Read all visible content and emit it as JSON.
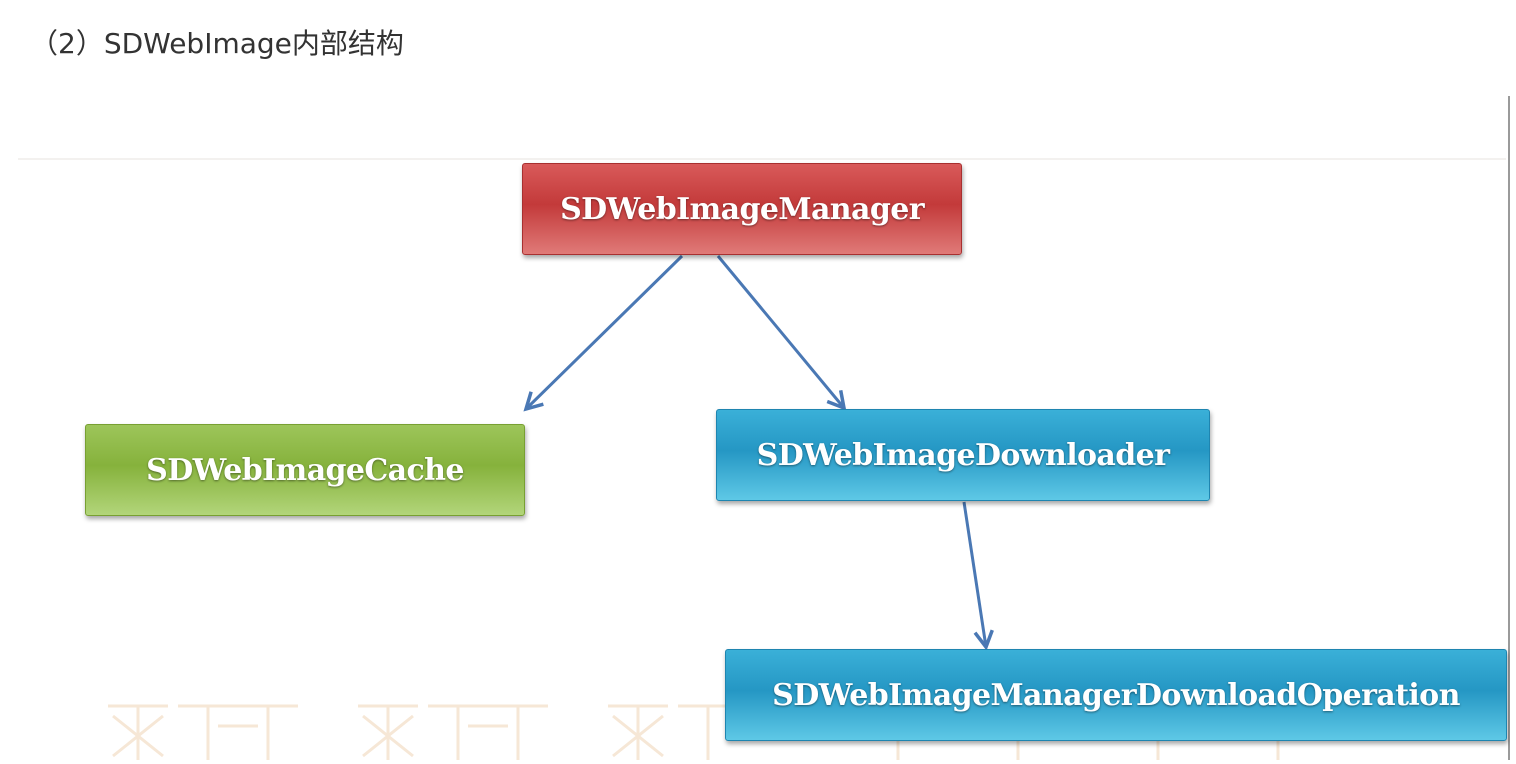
{
  "heading": "（2）SDWebImage内部结构",
  "diagram": {
    "nodes": {
      "manager": "SDWebImageManager",
      "cache": "SDWebImageCache",
      "downloader": "SDWebImageDownloader",
      "operation": "SDWebImageManagerDownloadOperation"
    },
    "edges": [
      {
        "from": "SDWebImageManager",
        "to": "SDWebImageCache"
      },
      {
        "from": "SDWebImageManager",
        "to": "SDWebImageDownloader"
      },
      {
        "from": "SDWebImageDownloader",
        "to": "SDWebImageManagerDownloadOperation"
      }
    ],
    "colors": {
      "manager": "#c8403f",
      "cache": "#8bb640",
      "downloader": "#2a9ccb",
      "operation": "#2a9ccb",
      "arrow": "#4a78b4"
    }
  }
}
